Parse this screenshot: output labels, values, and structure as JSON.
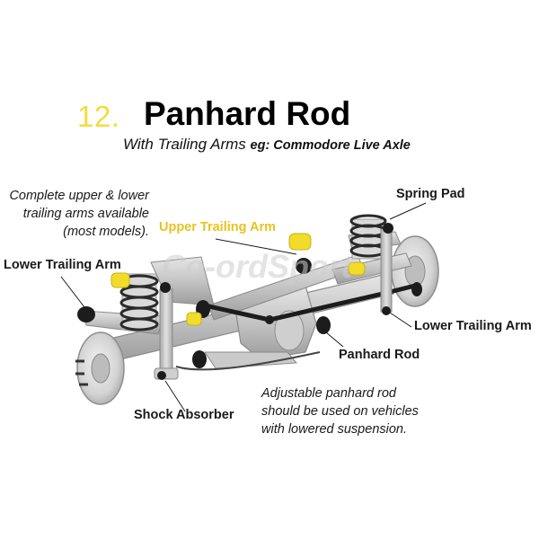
{
  "header": {
    "number": "12.",
    "title": "Panhard Rod",
    "subtitle": "With Trailing Arms ",
    "subtitle_example": "eg: Commodore Live Axle"
  },
  "notes": {
    "left": [
      "Complete upper & lower",
      "trailing arms available",
      "(most models)."
    ],
    "bottom": [
      "Adjustable panhard rod",
      "should be used on vehicles",
      "with lowered suspension."
    ]
  },
  "labels": {
    "spring_pad": "Spring Pad",
    "upper_trailing_arm": "Upper Trailing Arm",
    "lower_trailing_arm_left": "Lower Trailing Arm",
    "lower_trailing_arm_right": "Lower Trailing Arm",
    "panhard_rod": "Panhard Rod",
    "shock_absorber": "Shock Absorber"
  },
  "watermark": "Co-ordSport",
  "colors": {
    "accent_yellow": "#f4dc3c",
    "bushing_yellow": "#f2dc2a",
    "bushing_black": "#1c1c1c",
    "metal": "#c9c9c9",
    "metal_dark": "#9a9a9a"
  }
}
